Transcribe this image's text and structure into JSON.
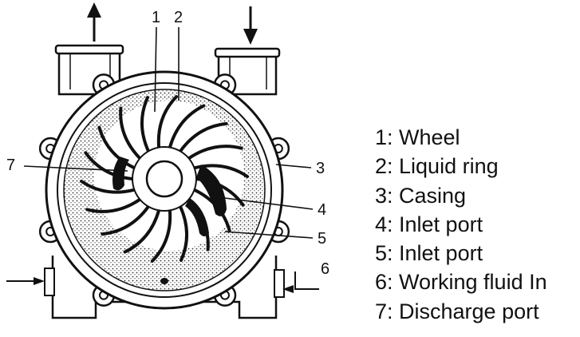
{
  "callouts": [
    "1",
    "2",
    "3",
    "4",
    "5",
    "6",
    "7"
  ],
  "legend": [
    "1: Wheel",
    "2: Liquid ring",
    "3: Casing",
    "4: Inlet port",
    "5: Inlet port",
    "6: Working fluid In",
    "7: Discharge port"
  ],
  "colors": {
    "ink": "#111111",
    "fill": "#ffffff"
  }
}
